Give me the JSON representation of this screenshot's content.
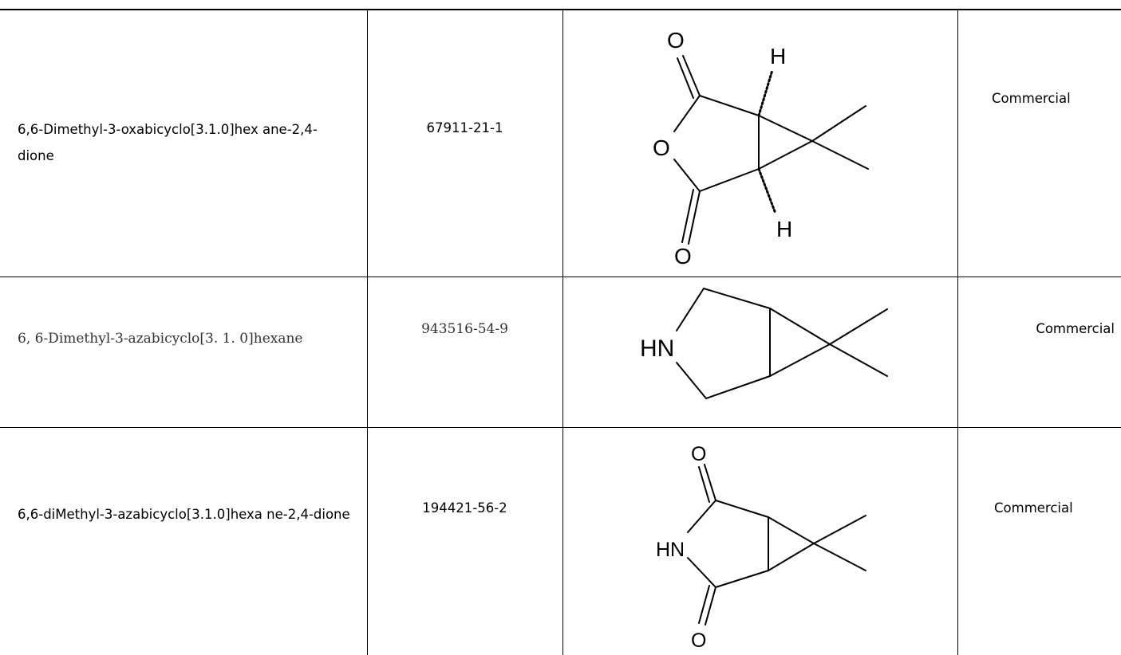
{
  "rows": [
    {
      "name": "6,6-Dimethyl-3-oxabicyclo[3.1.0]hex ane-2,4-dione",
      "cas": "67911-21-1",
      "source": "Commercial",
      "structure_labels": {
        "o_top": "O",
        "o_ring": "O",
        "o_bottom": "O",
        "h_top": "H",
        "h_bottom": "H"
      }
    },
    {
      "name": "6, 6-Dimethyl-3-azabicyclo[3. 1. 0]hexane",
      "cas": "943516-54-9",
      "source": "Commercial",
      "structure_labels": {
        "nh": "HN"
      }
    },
    {
      "name": "6,6-diMethyl-3-azabicyclo[3.1.0]hexa ne-2,4-dione",
      "cas": "194421-56-2",
      "source": "Commercial",
      "structure_labels": {
        "o_top": "O",
        "nh": "HN",
        "o_bottom": "O"
      }
    }
  ]
}
